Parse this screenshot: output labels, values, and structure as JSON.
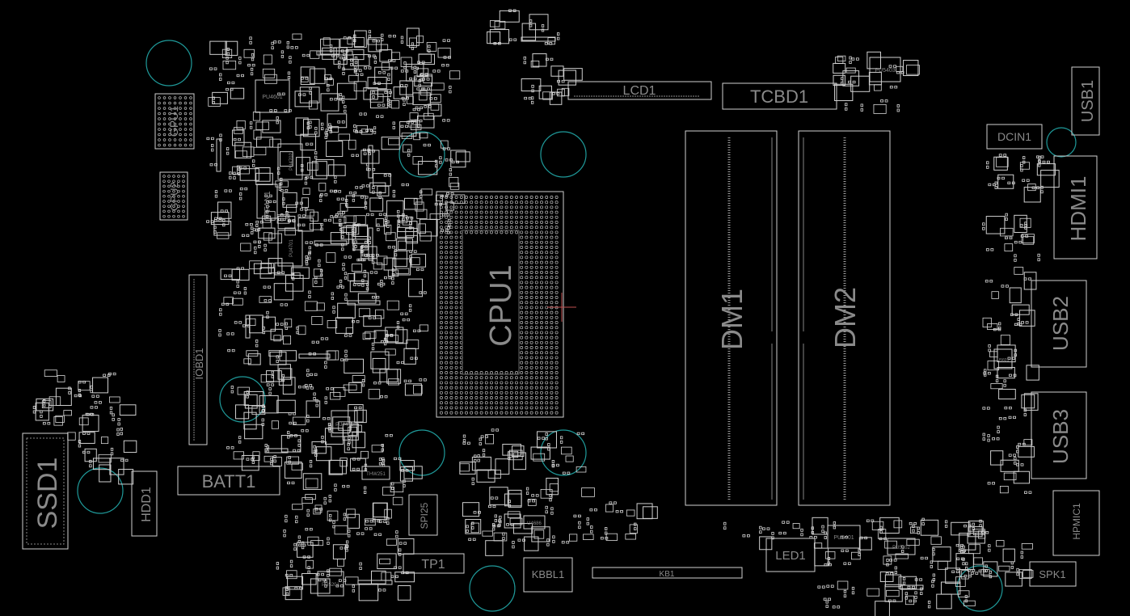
{
  "board": {
    "background": "#000000",
    "outline_color": "#cfcfcf",
    "hole_color": "#1f9a9a",
    "label_color": "#8a8a8a"
  },
  "labels": {
    "cpu": "CPU1",
    "dm1": "DM1",
    "dm2": "DM2",
    "lcd": "LCD1",
    "tcbd": "TCBD1",
    "usb1": "USB1",
    "dcin": "DCIN1",
    "hdmi": "HDMI1",
    "usb2": "USB2",
    "usb3": "USB3",
    "hpmic": "HPMIC1",
    "spk": "SPK1",
    "led": "LED1",
    "kb": "KB1",
    "kbbl": "KBBL1",
    "tp": "TP1",
    "spi": "SPI25",
    "batt": "BATT1",
    "hdd": "HDD1",
    "ssd": "SSD1",
    "iobd": "IOBD1",
    "fan": "FAN1",
    "gpu1": "GPU1",
    "gpu2": "GPU2",
    "pu4601": "PU4601",
    "pu4702": "PU4702",
    "pu4701": "PU4701",
    "pu4401": "PU4401",
    "pu5201": "PU5201",
    "thw": "THW251",
    "u4686": "U4686",
    "pu5401": "PU5401",
    "pu5102": "PU5102",
    "pu5403": "PU5403",
    "u5601": "U5601"
  }
}
